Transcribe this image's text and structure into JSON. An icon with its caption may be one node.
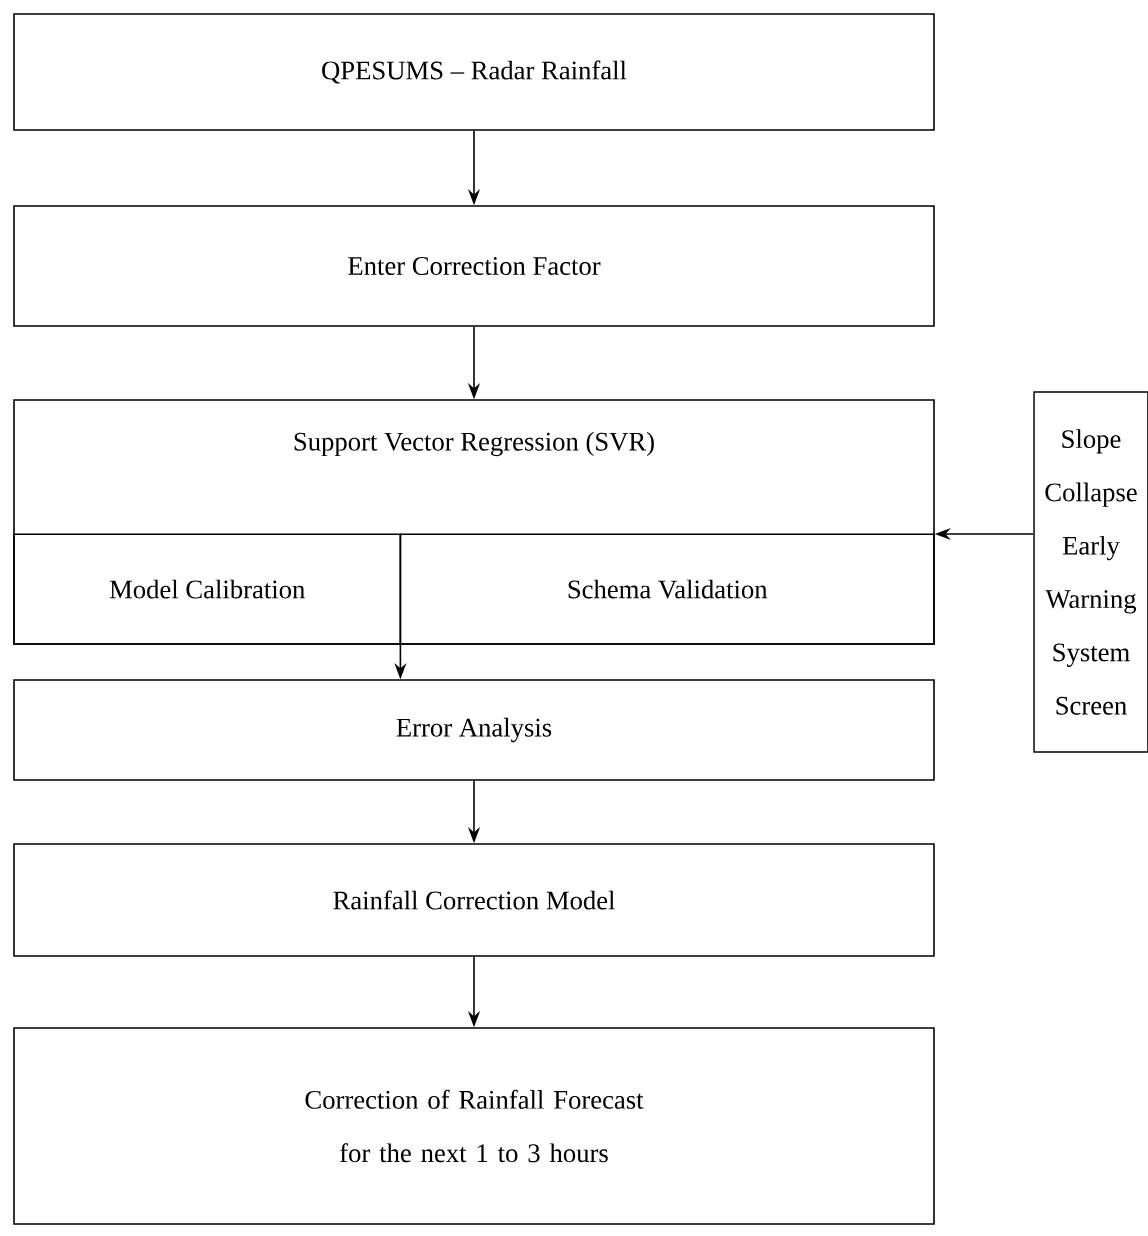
{
  "diagram": {
    "nodes": [
      {
        "text": [
          "QPESUMS – Radar Rainfall"
        ]
      },
      {
        "text": [
          "Enter Correction Factor"
        ]
      },
      {
        "text": [
          "Support Vector Regression (SVR)"
        ]
      },
      {
        "text": [
          "Model Calibration"
        ],
        "in": 2
      },
      {
        "text": [
          "Schema Validation"
        ],
        "in": 2
      },
      {
        "text": [
          "Error Analysis"
        ]
      },
      {
        "text": [
          "Rainfall Correction Model"
        ]
      },
      {
        "text": [
          "Correction of Rainfall Forecast for the next 1 to 3 hours"
        ]
      },
      {
        "text": [
          "Slope Collapse Early Warning System Screen"
        ]
      }
    ],
    "edges": [
      {
        "from": 0,
        "to": 1,
        "arrow": "to"
      },
      {
        "from": 1,
        "to": 2,
        "arrow": "to"
      },
      {
        "from": 2,
        "to": 5,
        "arrow": "to"
      },
      {
        "from": 5,
        "to": 6,
        "arrow": "to"
      },
      {
        "from": 6,
        "to": 7,
        "arrow": "to"
      },
      {
        "from": 8,
        "to": 2,
        "arrow": "to"
      }
    ]
  }
}
